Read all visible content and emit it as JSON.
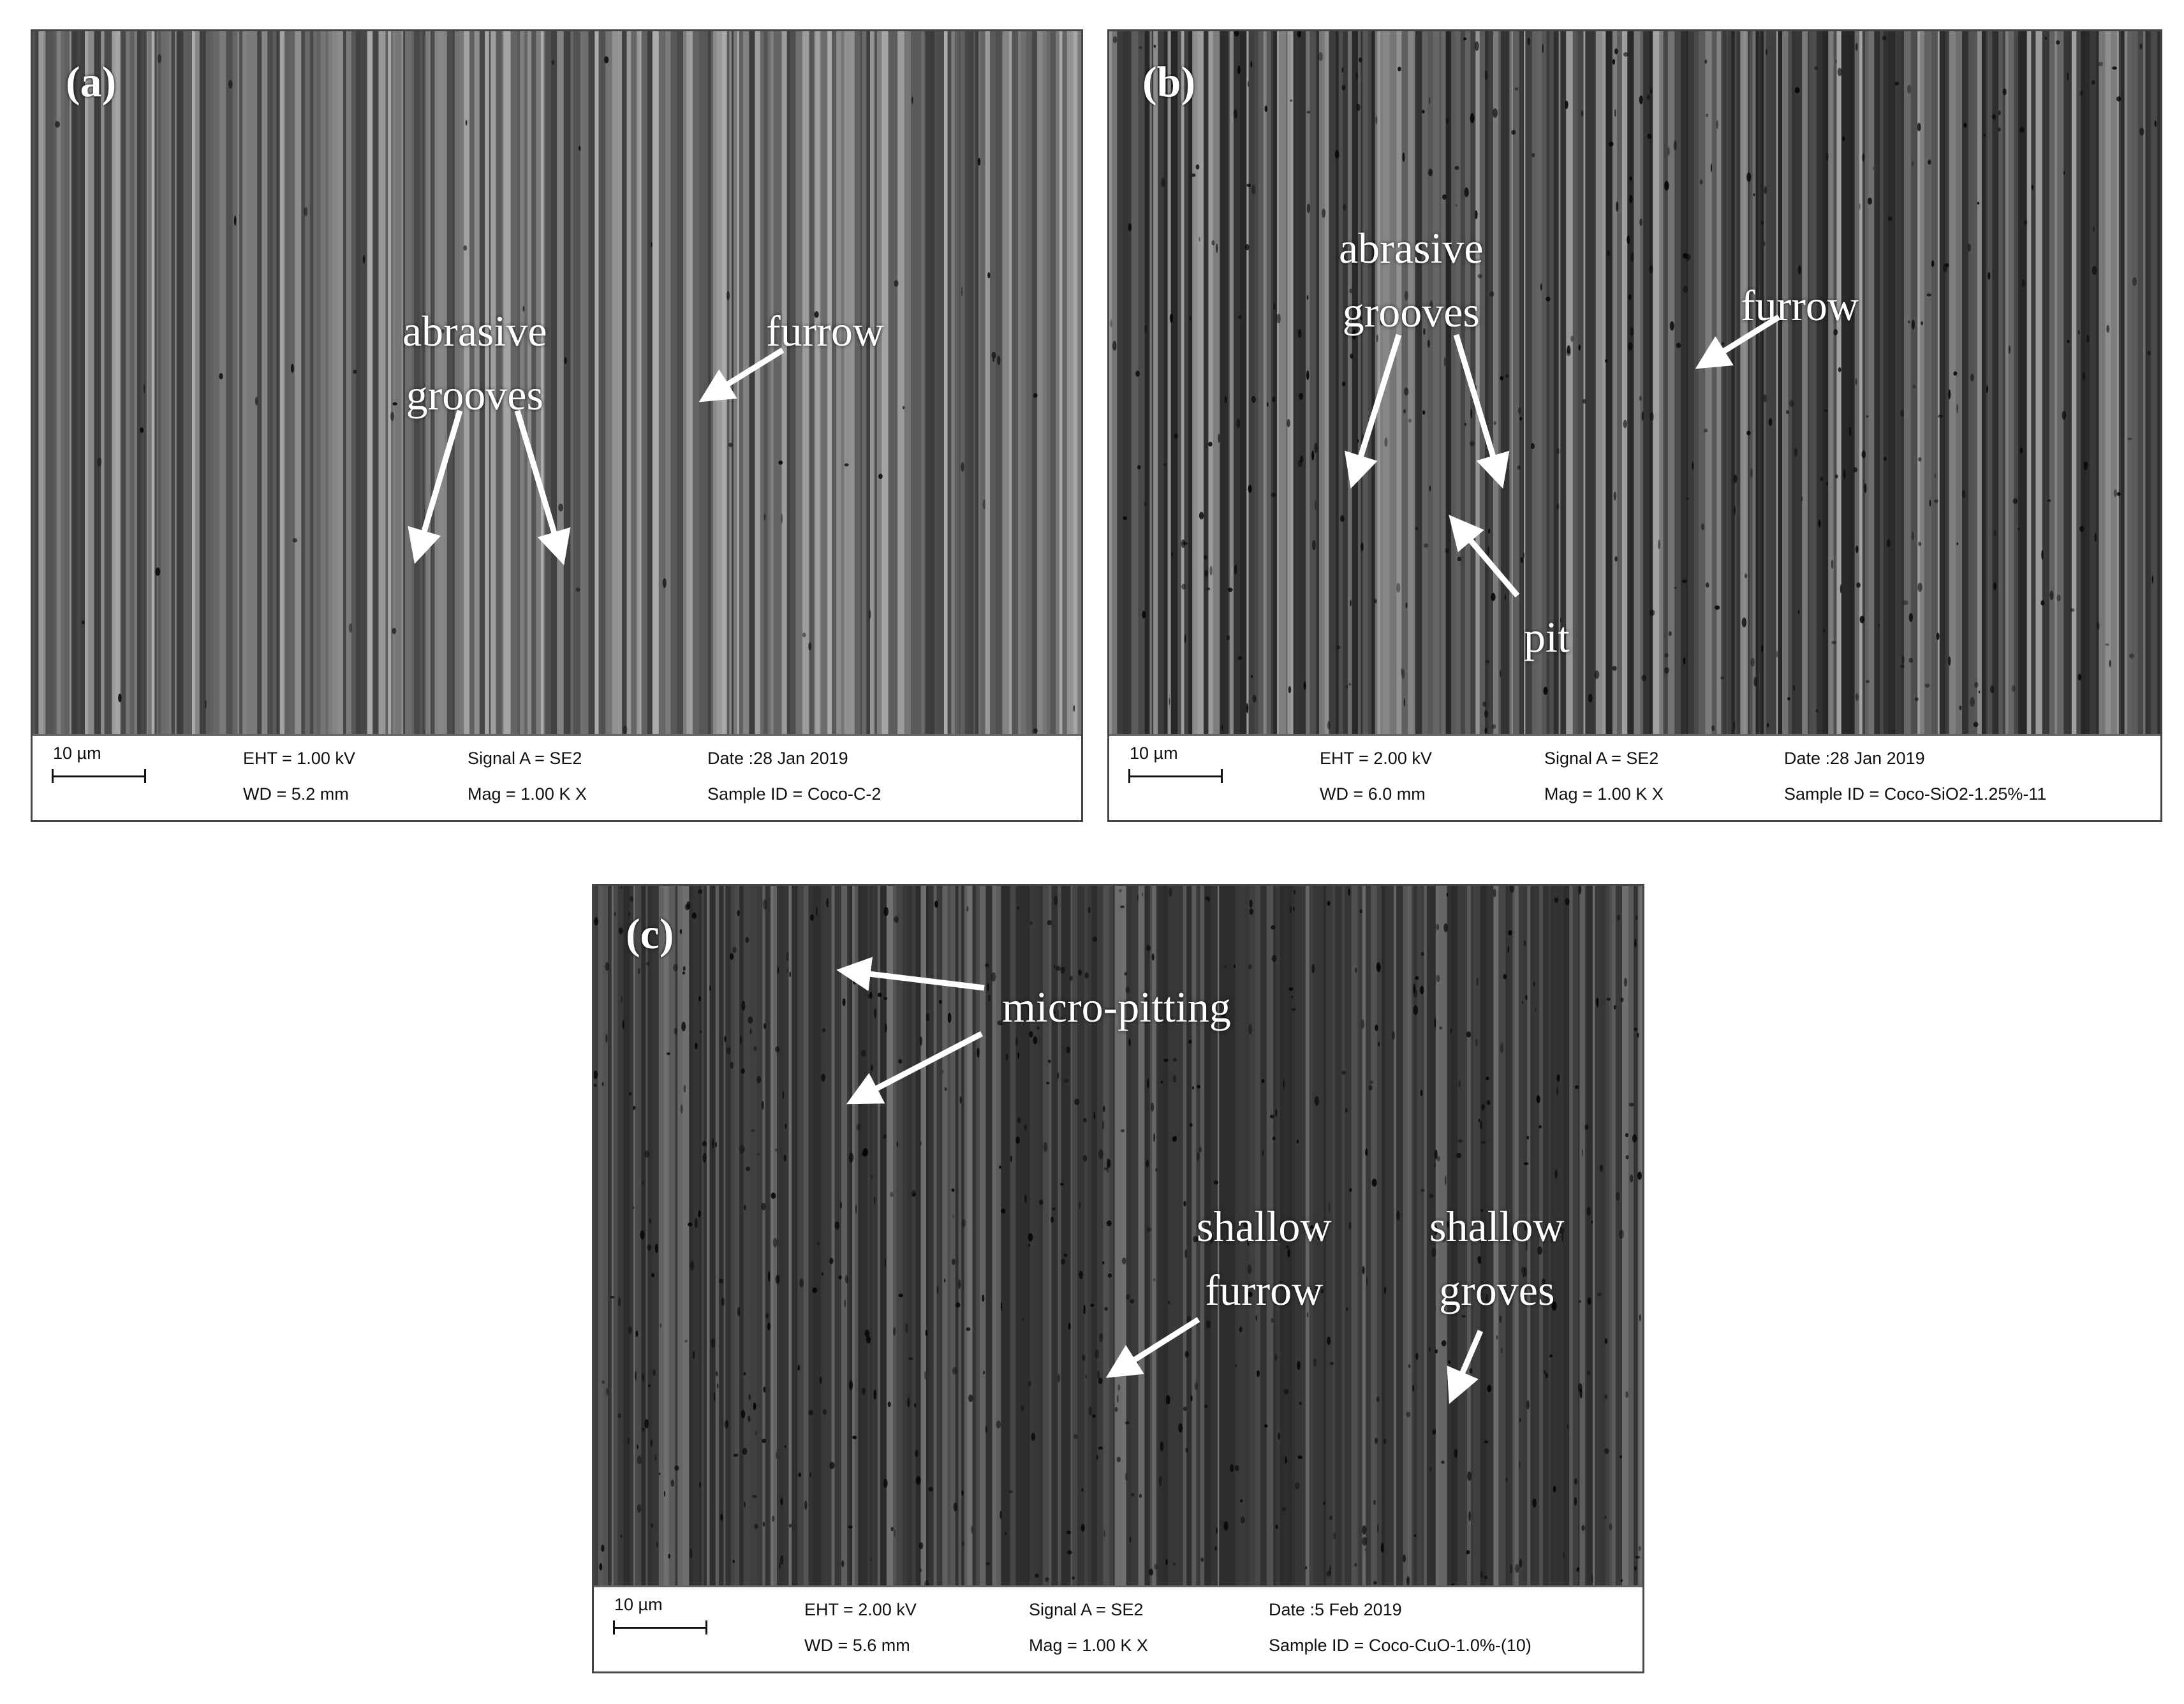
{
  "panels": [
    {
      "label": "(a)",
      "annotations": {
        "abrasive_grooves": [
          "abrasive",
          "grooves"
        ],
        "furrow": "furrow"
      },
      "databar": {
        "scale": "10 µm",
        "eht": "EHT =  1.00 kV",
        "wd": "WD =  5.2 mm",
        "signal": "Signal A = SE2",
        "mag": "Mag =    1.00 K X",
        "date": "Date :28 Jan 2019",
        "sample_id": "Sample ID = Coco-C-2"
      }
    },
    {
      "label": "(b)",
      "annotations": {
        "abrasive_grooves": [
          "abrasive",
          "grooves"
        ],
        "furrow": "furrow",
        "pit": "pit"
      },
      "databar": {
        "scale": "10 µm",
        "eht": "EHT =  2.00 kV",
        "wd": "WD =  6.0 mm",
        "signal": "Signal A = SE2",
        "mag": "Mag =    1.00 K X",
        "date": "Date :28 Jan 2019",
        "sample_id": "Sample ID = Coco-SiO2-1.25%-11"
      }
    },
    {
      "label": "(c)",
      "annotations": {
        "micro_pitting": "micro-pitting",
        "shallow_furrow": [
          "shallow",
          "furrow"
        ],
        "shallow_groves": [
          "shallow",
          "groves"
        ]
      },
      "databar": {
        "scale": "10 µm",
        "eht": "EHT =  2.00 kV",
        "wd": "WD =  5.6 mm",
        "signal": "Signal A = SE2",
        "mag": "Mag =    1.00 K X",
        "date": "Date :5 Feb 2019",
        "sample_id": "Sample ID = Coco-CuO-1.0%-(10)"
      }
    }
  ],
  "colors": {
    "annotation_text": "#ffffff",
    "arrow": "#ffffff",
    "surface_a": "#6a6a6a",
    "surface_b": "#4a4a4a",
    "surface_c": "#3c3c3c"
  }
}
